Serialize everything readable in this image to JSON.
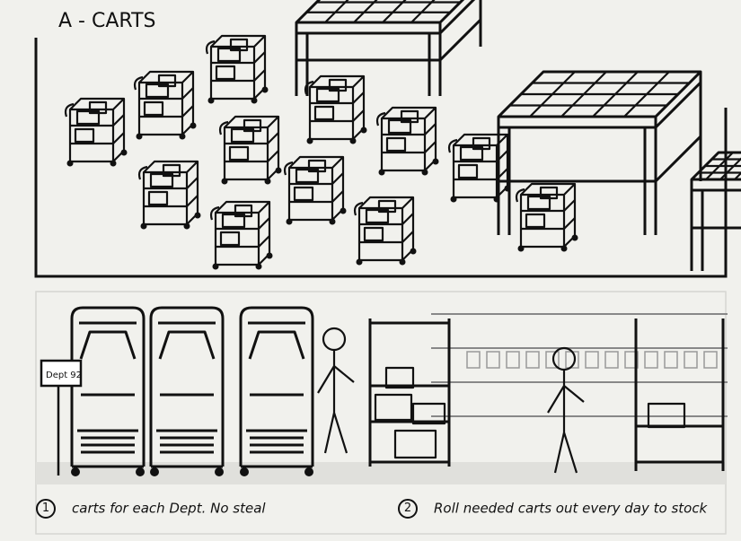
{
  "panel_top": {
    "title": "A - CARTS"
  },
  "panel_bottom": {
    "sign_label": "Dept 92"
  },
  "captions": [
    {
      "number": "1",
      "text": "carts for each Dept. No steal"
    },
    {
      "number": "2",
      "text": "Roll needed carts out every day to stock"
    }
  ],
  "colors": {
    "background": "#f1f1ed",
    "ink": "#111111",
    "panel_border": "#d6d6d2"
  }
}
